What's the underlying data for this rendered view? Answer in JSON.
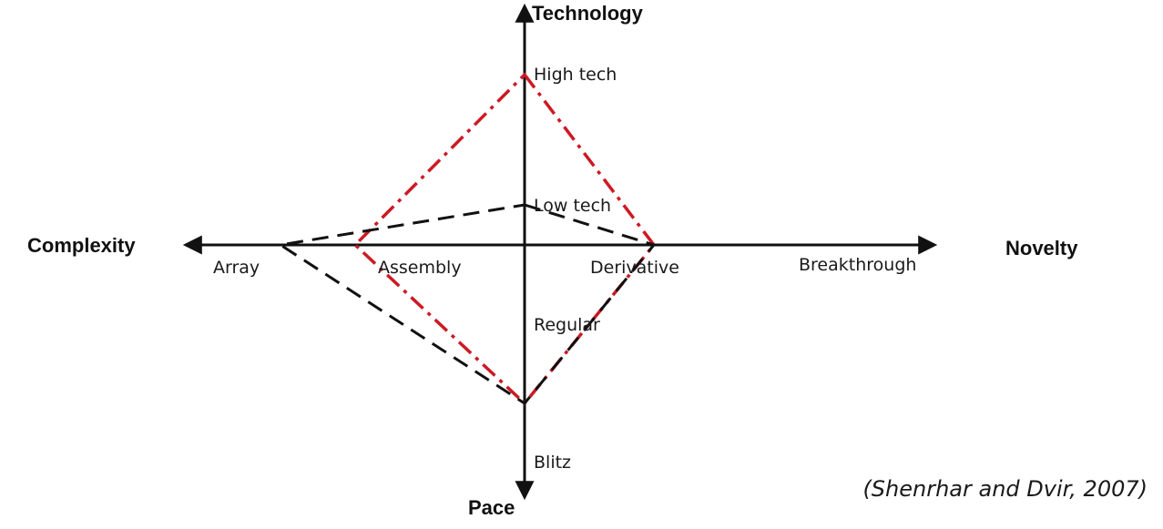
{
  "diagram": {
    "axes": {
      "top": "Technology",
      "bottom": "Pace",
      "left": "Complexity",
      "right": "Novelty"
    },
    "levels": {
      "technology": [
        "Low tech",
        "High tech"
      ],
      "novelty": [
        "Derivative",
        "Breakthrough"
      ],
      "complexity": [
        "Assembly",
        "Array"
      ],
      "pace": [
        "Regular",
        "Blitz"
      ]
    },
    "profiles": [
      {
        "style": "dash-dot",
        "color": "#cc1a24",
        "technology": "High tech",
        "novelty": "Derivative",
        "pace": "Regular",
        "complexity": "Assembly"
      },
      {
        "style": "dashed",
        "color": "#111111",
        "technology": "Low tech",
        "novelty": "Derivative",
        "pace": "Regular",
        "complexity": "Array"
      }
    ],
    "citation": "(Shenrhar and Dvir, 2007)"
  }
}
